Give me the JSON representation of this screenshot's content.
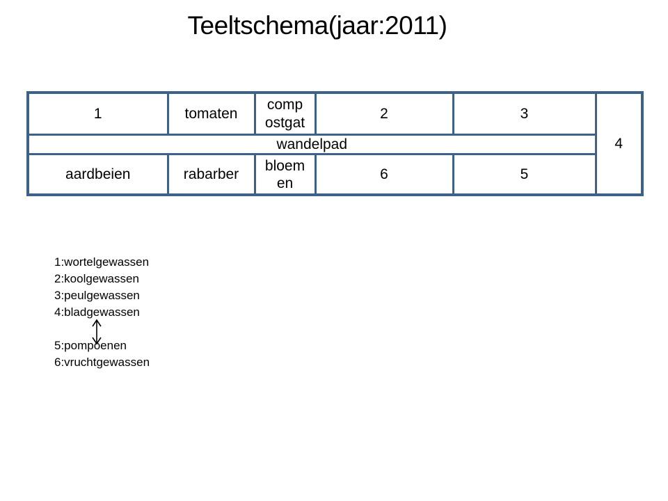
{
  "slide": {
    "title": "Teeltschema(jaar:2011)"
  },
  "schema_table": {
    "top_row": [
      "1",
      "tomaten",
      "comp\nostgat",
      "2",
      "3"
    ],
    "middle_row": "wandelpad",
    "bottom_row": [
      "aardbeien",
      "rabarber",
      "bloem\nen",
      "6",
      "5"
    ],
    "right_spanning_cell": "4"
  },
  "legend": {
    "items": [
      "1:wortelgewassen",
      "2:koolgewassen",
      "3:peulgewassen",
      "4:bladgewassen",
      "5:pompoenen",
      "6:vruchtgewassen"
    ],
    "arrow_icon": "vertical-double-arrow"
  },
  "colors": {
    "table_border": "#3E6189",
    "text": "#000000",
    "background": "#FFFFFF"
  }
}
